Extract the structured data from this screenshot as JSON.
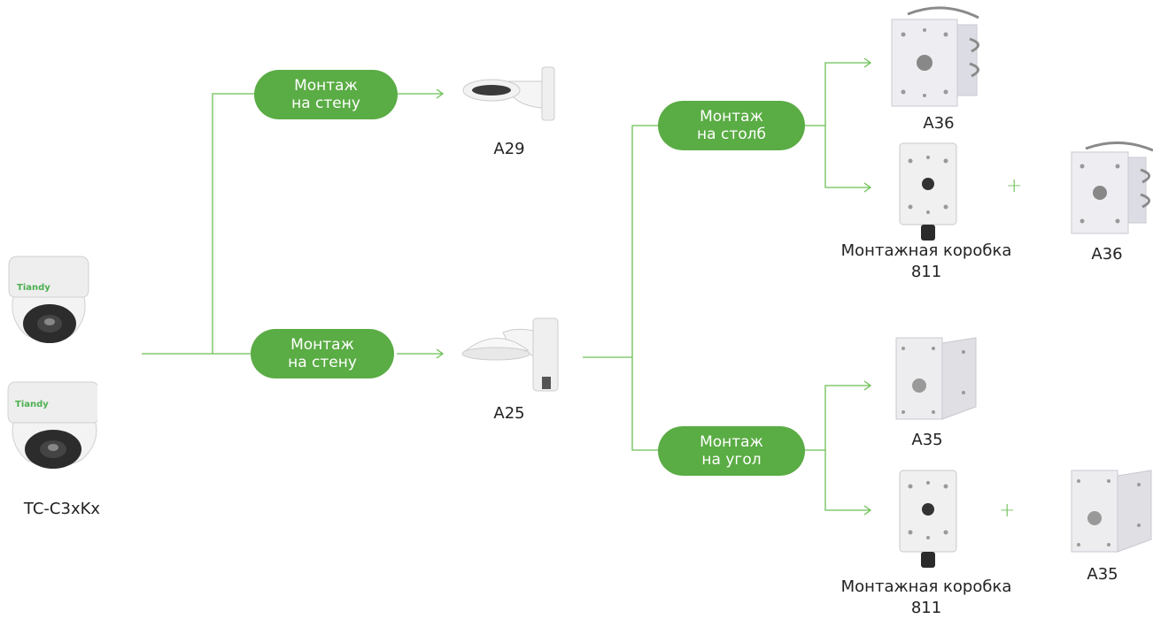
{
  "camera": {
    "name": "TC-C3xKx",
    "brand": "Tiandy"
  },
  "steps": {
    "wall1": "Монтаж\nна стену",
    "wall2": "Монтаж\nна стену",
    "pole": "Монтаж\nна столб",
    "corner": "Монтаж\nна угол"
  },
  "products": {
    "a29": "A29",
    "a25": "A25",
    "a36_top": "A36",
    "box_pole": "Монтажная коробка\n811",
    "a36_right": "A36",
    "a35_top": "A35",
    "box_corner": "Монтажная коробка\n811",
    "a35_right": "A35"
  },
  "plus": "+",
  "colors": {
    "accent": "#5aac44",
    "line": "#6cbf55"
  }
}
